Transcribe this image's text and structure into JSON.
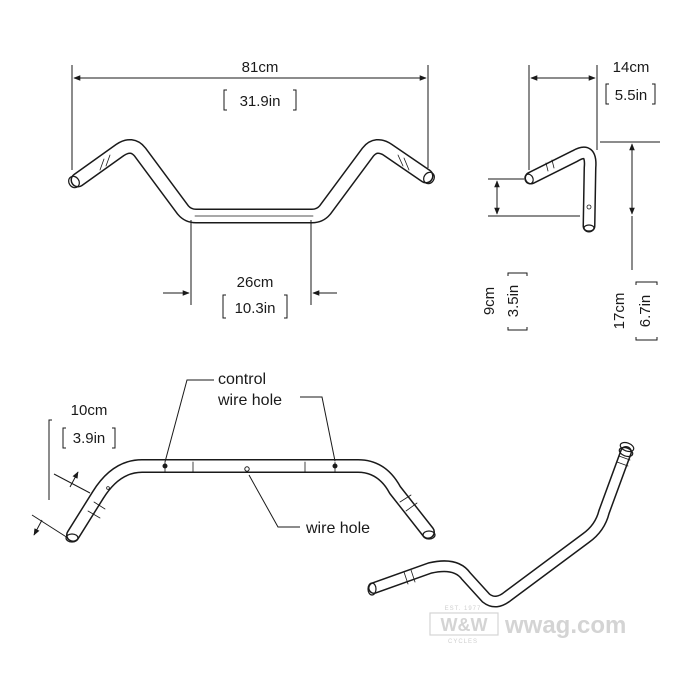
{
  "dimensions": {
    "overall_width": {
      "metric": "81cm",
      "imperial": "31.9in"
    },
    "center_width": {
      "metric": "26cm",
      "imperial": "10.3in"
    },
    "pullback": {
      "metric": "14cm",
      "imperial": "5.5in"
    },
    "rise_low": {
      "metric": "9cm",
      "imperial": "3.5in"
    },
    "rise_high": {
      "metric": "17cm",
      "imperial": "6.7in"
    },
    "grip_offset": {
      "metric": "10cm",
      "imperial": "3.9in"
    }
  },
  "labels": {
    "control_wire_hole_line1": "control",
    "control_wire_hole_line2": "wire hole",
    "wire_hole": "wire hole"
  },
  "watermark": {
    "brand": "W&W",
    "site": "wwag.com",
    "top_small": "EST. 1977",
    "bottom_small": "CYCLES"
  }
}
